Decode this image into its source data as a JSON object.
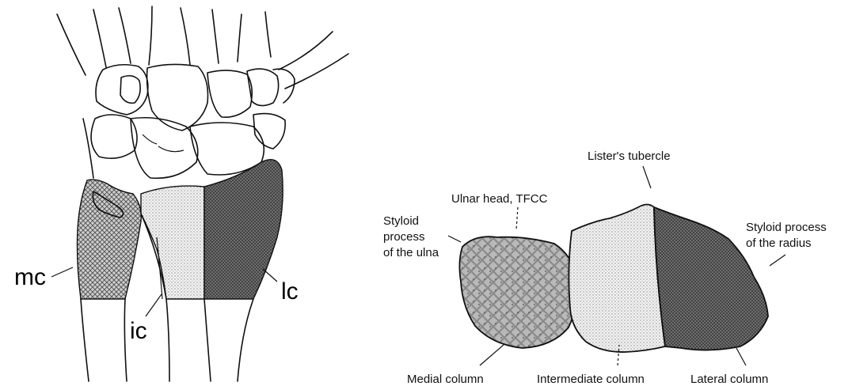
{
  "left_figure": {
    "labels": {
      "mc": "mc",
      "ic": "ic",
      "lc": "lc"
    }
  },
  "right_figure": {
    "labels": {
      "listers_tubercle": "Lister's tubercle",
      "ulnar_head": "Ulnar head, TFCC",
      "styloid_ulna_1": "Styloid",
      "styloid_ulna_2": "process",
      "styloid_ulna_3": "of the ulna",
      "styloid_radius_1": "Styloid process",
      "styloid_radius_2": "of the radius",
      "medial_column": "Medial column",
      "intermediate_column": "Intermediate column",
      "lateral_column": "Lateral column"
    }
  }
}
